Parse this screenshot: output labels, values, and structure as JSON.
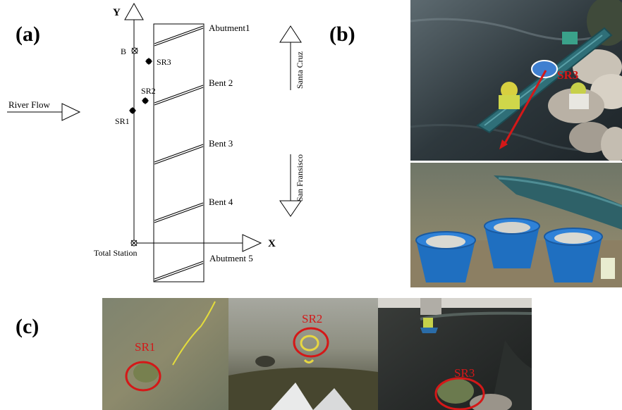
{
  "panels": {
    "a": {
      "label": "(a)"
    },
    "b": {
      "label": "(b)"
    },
    "c": {
      "label": "(c)"
    }
  },
  "diagram": {
    "axis_x": "X",
    "axis_y": "Y",
    "river_flow": "River Flow",
    "north_dir": "Santa Cruz",
    "south_dir": "San Fransisco",
    "supports": [
      "Abutment1",
      "Bent 2",
      "Bent 3",
      "Bent 4",
      "Abutment 5"
    ],
    "points": {
      "b": "B",
      "sr1": "SR1",
      "sr2": "SR2",
      "sr3": "SR3"
    },
    "origin": "Total Station"
  },
  "photos": {
    "b_top_label": "SR3",
    "c_labels": [
      "SR1",
      "SR2",
      "SR3"
    ]
  },
  "colors": {
    "annotation_red": "#d41818",
    "bucket_blue": "#1f6fc0",
    "canoe_teal": "#2f6f78",
    "water_dark": "#2b3337"
  }
}
